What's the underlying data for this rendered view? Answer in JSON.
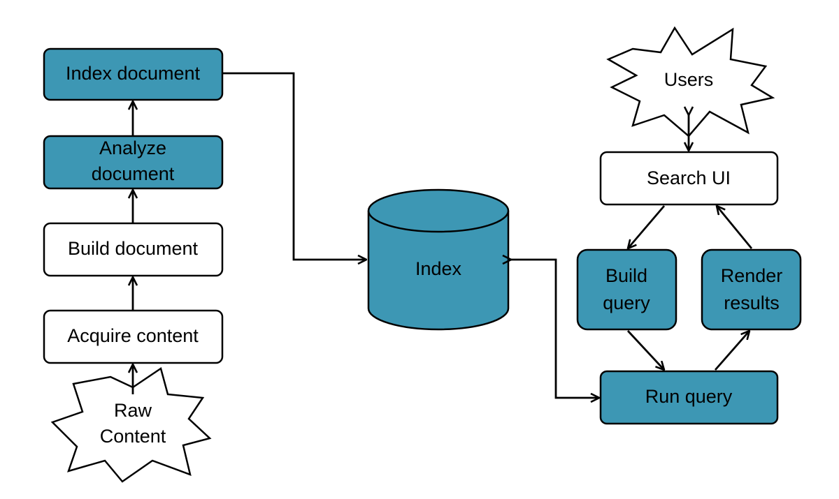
{
  "colors": {
    "filled": "#3d97b4",
    "empty": "#ffffff",
    "stroke": "#000000"
  },
  "pipeline": {
    "index_document": "Index document",
    "analyze_document_line1": "Analyze",
    "analyze_document_line2": "document",
    "build_document": "Build document",
    "acquire_content": "Acquire content",
    "raw_content_line1": "Raw",
    "raw_content_line2": "Content"
  },
  "index": {
    "label": "Index"
  },
  "search": {
    "users": "Users",
    "search_ui": "Search UI",
    "build_query_line1": "Build",
    "build_query_line2": "query",
    "render_results_line1": "Render",
    "render_results_line2": "results",
    "run_query": "Run query"
  }
}
